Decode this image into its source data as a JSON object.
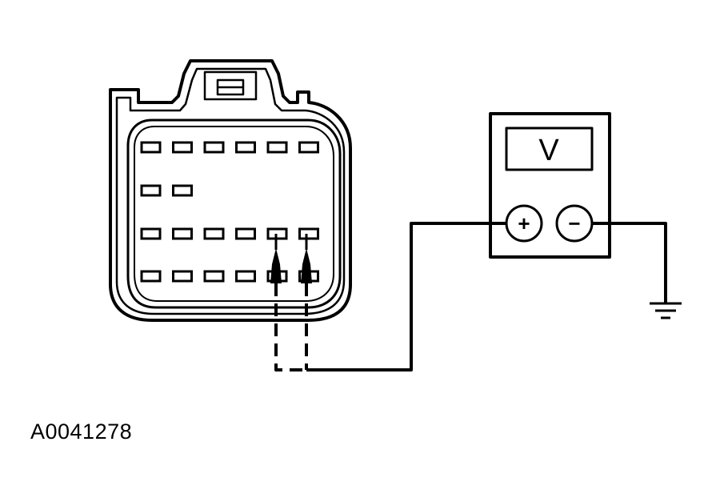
{
  "meter": {
    "display_symbol": "V",
    "positive_symbol": "+",
    "negative_symbol": "−"
  },
  "connector": {
    "pin_rows": [
      6,
      2,
      6,
      6
    ],
    "probed_pins": 2
  },
  "figure_id": "A0041278"
}
